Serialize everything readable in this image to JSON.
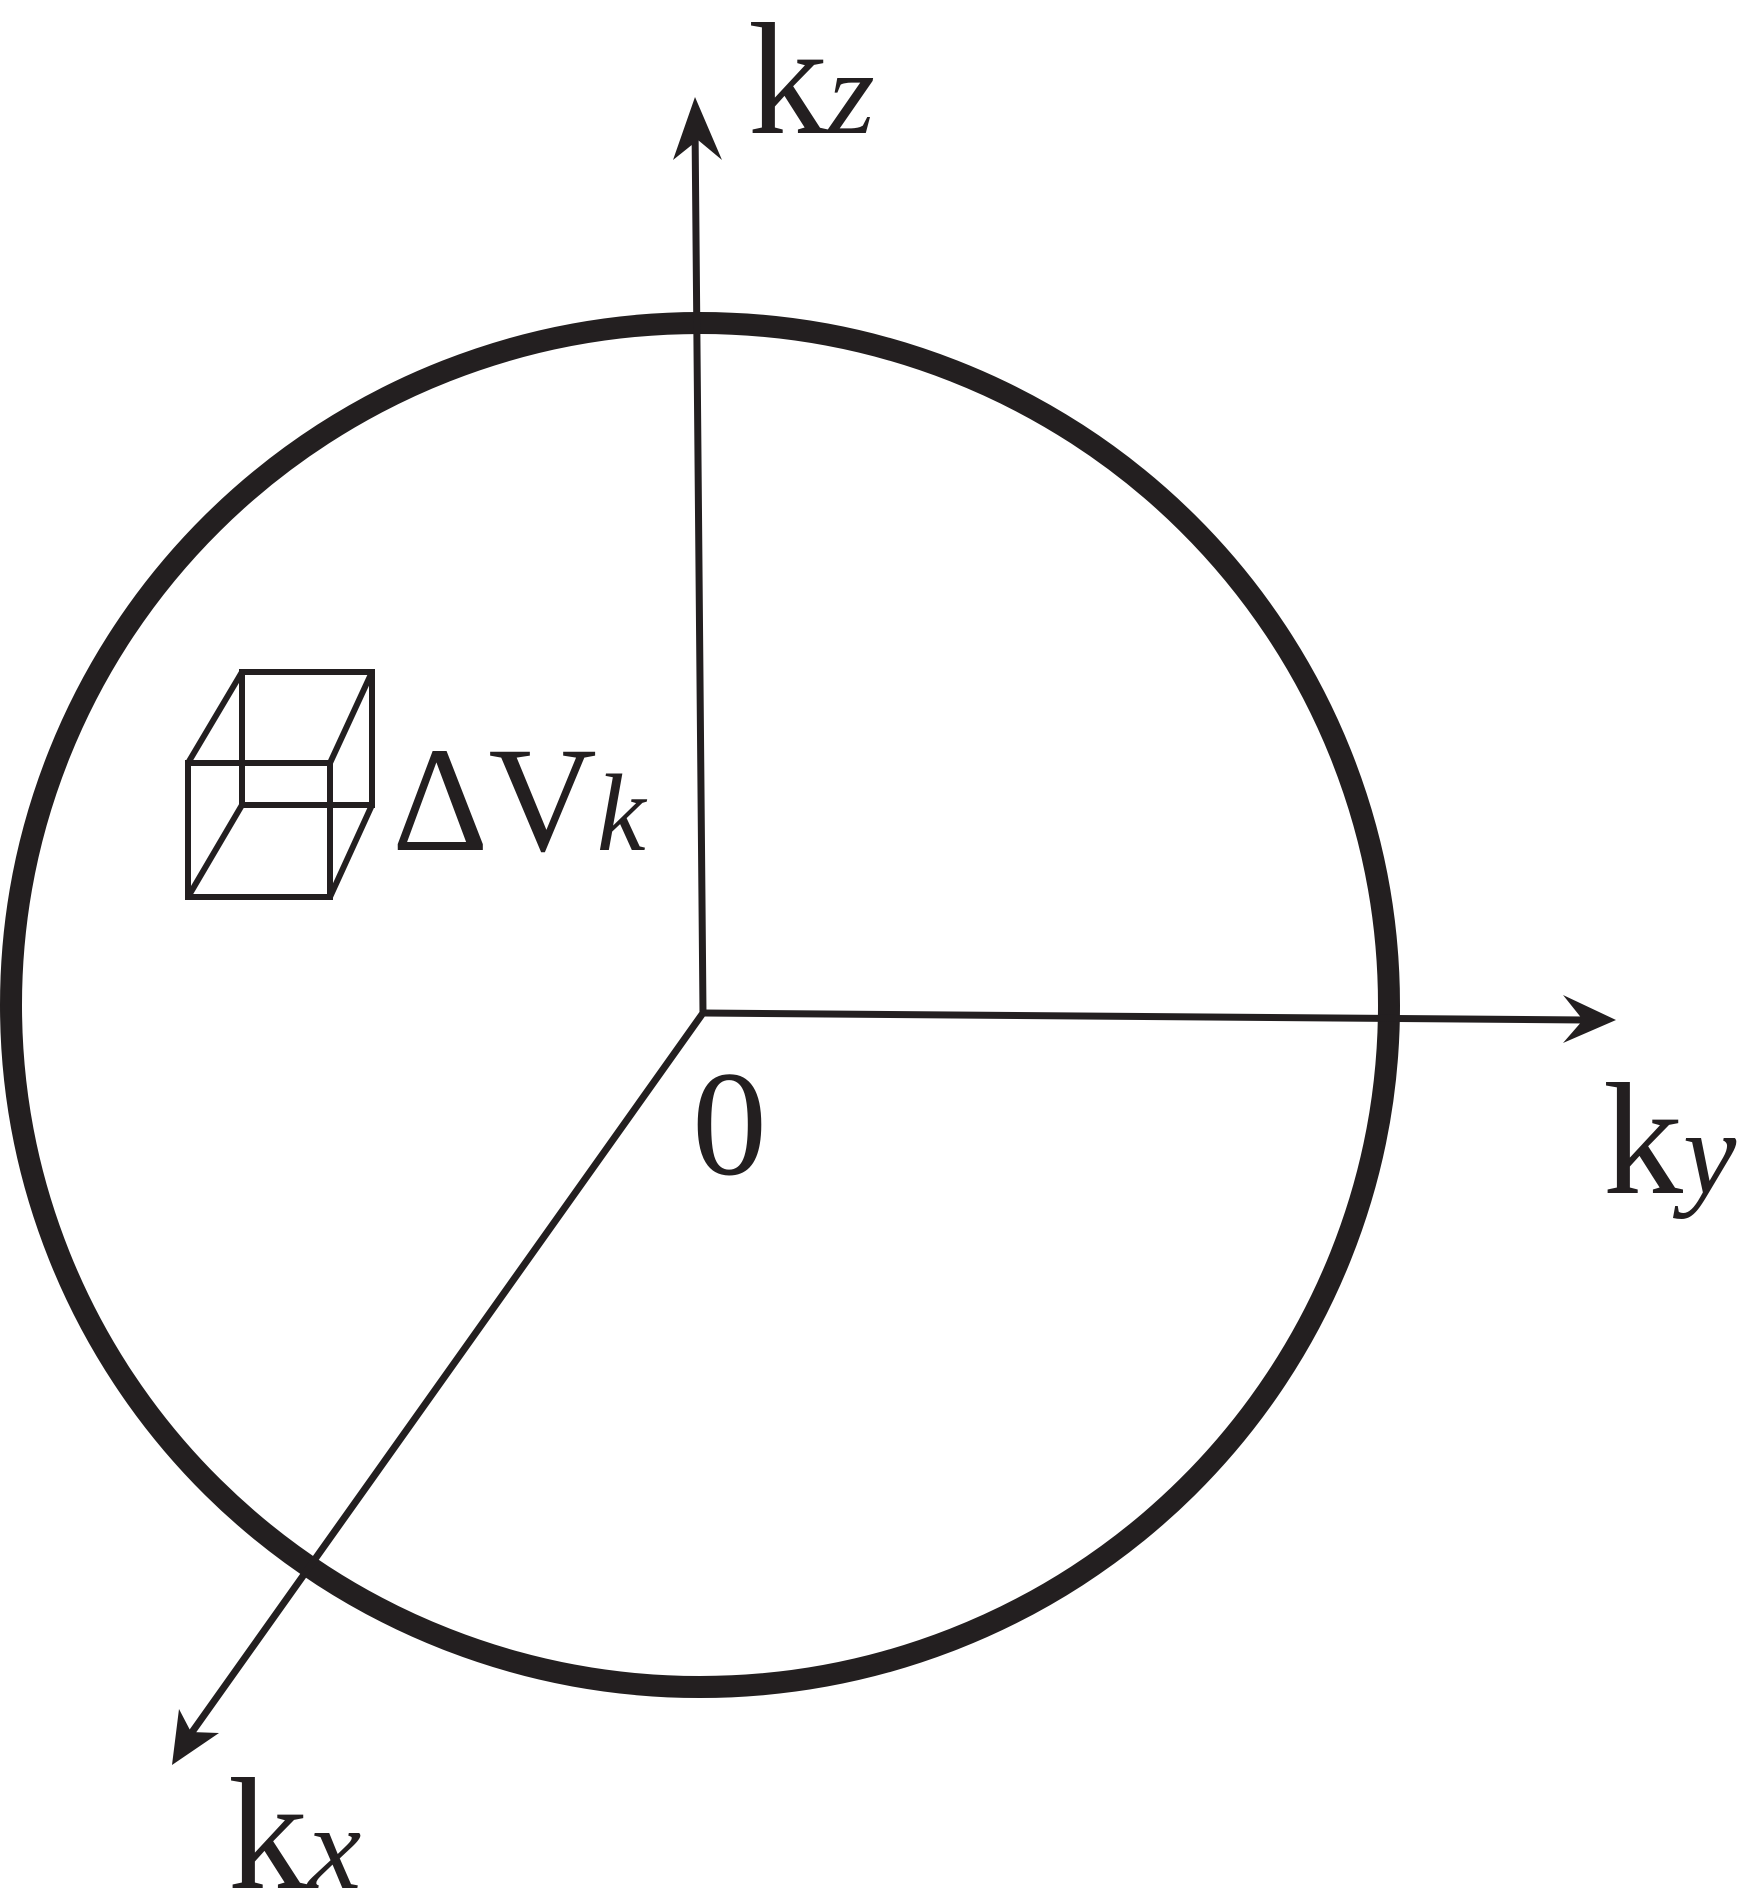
{
  "labels": {
    "kz": {
      "main": "k",
      "sub": "z"
    },
    "ky": {
      "main": "k",
      "sub": "y"
    },
    "kx": {
      "main": "k",
      "sub": "x"
    },
    "origin": "0",
    "volume": {
      "delta": "Δ",
      "main": "V",
      "sub": "k"
    }
  },
  "colors": {
    "ink": "#231f20",
    "background": "#ffffff"
  }
}
